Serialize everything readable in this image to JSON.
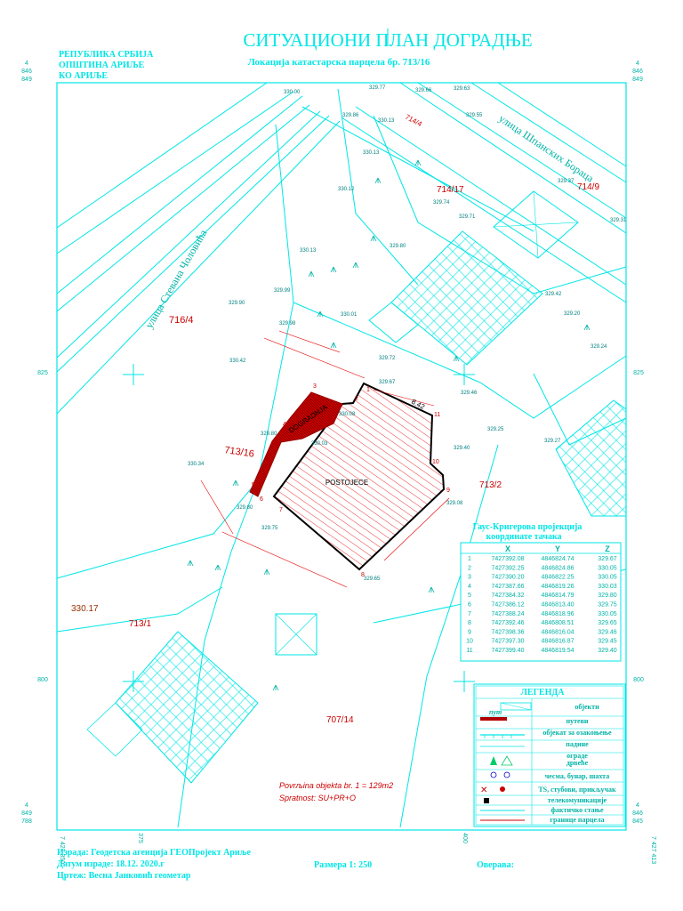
{
  "header": {
    "title": "СИТУАЦИОНИ ПЛАН ДОГРАДЊЕ",
    "subtitle": "Локација катастарска парцела бр. 713/16",
    "republic": "РЕПУБЛИКА СРБИЈА",
    "municipality": "ОПШТИНА АРИЉЕ",
    "ko": "КО  АРИЉЕ"
  },
  "grid": {
    "left_top": [
      "4",
      "846",
      "849"
    ],
    "right_top": [
      "4",
      "846",
      "849"
    ],
    "left_bottom": [
      "4",
      "849",
      "788"
    ],
    "right_bottom": [
      "4",
      "846",
      "845"
    ],
    "left_825": "825",
    "right_825": "825",
    "left_800": "800",
    "right_800": "800",
    "bottom_ticks": [
      "7\n427\n350",
      "375",
      "400",
      "7\n427\n413"
    ]
  },
  "streets": {
    "left": "улица Стевана Чоловића",
    "right": "улица Шпанских Бораца"
  },
  "parcels": [
    "716/4",
    "713/16",
    "714/17",
    "714/9",
    "714/4",
    "713/2",
    "713/1",
    "707/14"
  ],
  "labels": {
    "dogradnja": "DOGRADNJA",
    "postojece": "POSTOJECE",
    "height_big": "330.17",
    "dim_842": "8.42"
  },
  "heights": [
    "330.00",
    "329.77",
    "329.66",
    "329.63",
    "329.86",
    "330.13",
    "329.55",
    "330.13",
    "330.12",
    "329.74",
    "329.71",
    "329.37",
    "329.31",
    "330.13",
    "329.80",
    "329.99",
    "329.90",
    "330.01",
    "329.42",
    "329.20",
    "329.98",
    "329.24",
    "330.42",
    "329.72",
    "329.67",
    "329.46",
    "330.08",
    "329.80",
    "329.25",
    "330.03",
    "329.27",
    "329.40",
    "330.34",
    "329.08",
    "329.80",
    "329.75",
    "329.65"
  ],
  "points": [
    "1",
    "2",
    "3",
    "4",
    "5",
    "6",
    "7",
    "8",
    "9",
    "10",
    "11"
  ],
  "coords": {
    "title_1": "Гаус-Кригерова пројекција",
    "title_2": "координате тачака",
    "headers": [
      "X",
      "Y",
      "Z"
    ],
    "rows": [
      [
        "1",
        "7427392.08",
        "4846824.74",
        "329.67"
      ],
      [
        "2",
        "7427392.25",
        "4846824.86",
        "330.05"
      ],
      [
        "3",
        "7427390.20",
        "4846822.25",
        "330.05"
      ],
      [
        "4",
        "7427387.66",
        "4846819.26",
        "330.03"
      ],
      [
        "5",
        "7427384.32",
        "4846814.79",
        "329.80"
      ],
      [
        "6",
        "7427386.12",
        "4846813.40",
        "329.75"
      ],
      [
        "7",
        "7427388.24",
        "4846818.96",
        "330.05"
      ],
      [
        "8",
        "7427392.46",
        "4846808.51",
        "329.65"
      ],
      [
        "9",
        "7427398.36",
        "4846816.04",
        "329.46"
      ],
      [
        "10",
        "7427397.30",
        "4846816.87",
        "329.45"
      ],
      [
        "11",
        "7427399.40",
        "4846819.54",
        "329.40"
      ]
    ]
  },
  "legend": {
    "title": "ЛЕГЕНДА",
    "put": "пут",
    "items": [
      "објекти",
      "путеви",
      "објекат за озакоњење",
      "падине",
      "ограде",
      "дрвеће",
      "чесма, бунар, шахта",
      "ТS, стубови, прикључак",
      "телекомуникације",
      "фактичко стање",
      "границе парцела"
    ]
  },
  "notes": {
    "area": "Povrљina  objekta br. 1 =  129m2",
    "floors": "Spratnost: SU+PR+O"
  },
  "footer": {
    "made_by": "Израда: Геодетска агенција ГЕОПројект Ариље",
    "date": "Датум израде: 18.12. 2020.г",
    "drawn": "Цртеж: Весна  Јанковић   геометар",
    "scale": "Размера 1: 250",
    "verifies": "Оверава:"
  },
  "colors": {
    "cyan": "#00e6e6",
    "teal": "#00b3a6",
    "red": "#e60000",
    "label_blue": "#0000cc",
    "dark_red": "#990000"
  }
}
